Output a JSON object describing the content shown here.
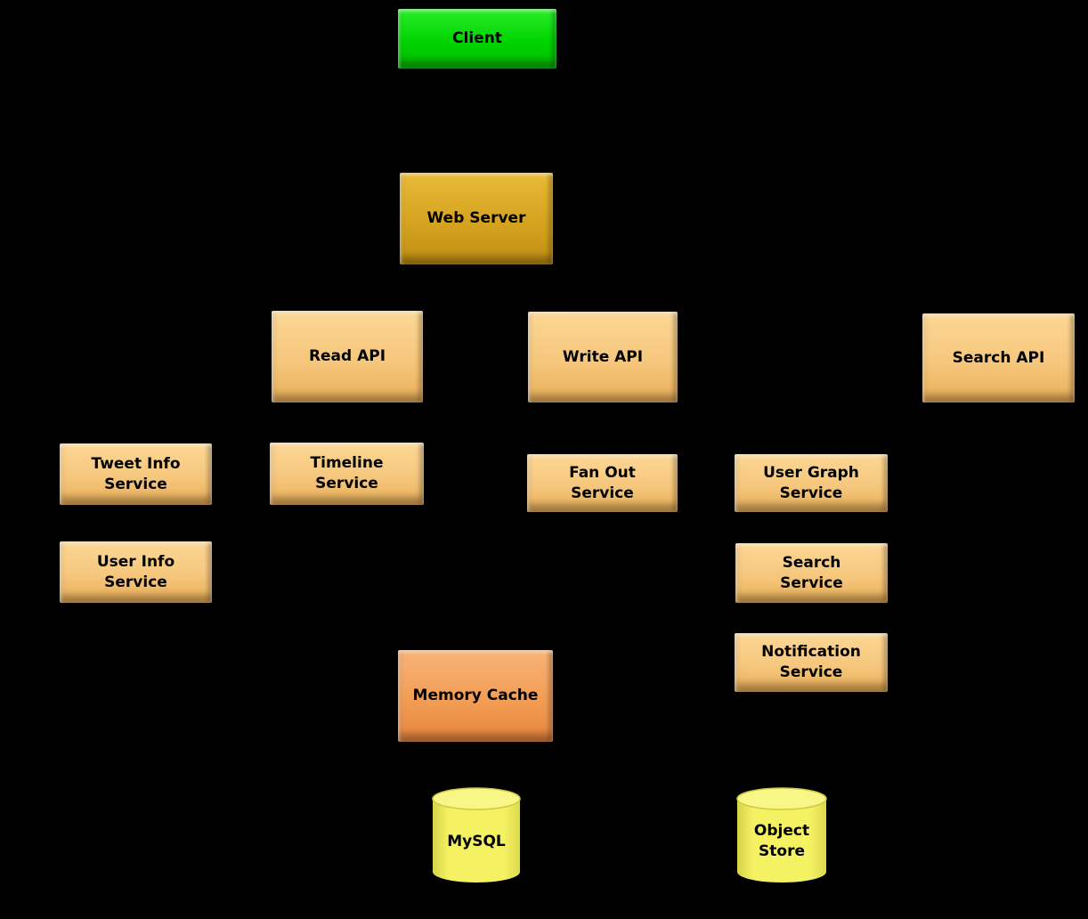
{
  "diagram": {
    "kind": "system-architecture-diagram",
    "background": "#000000",
    "colors": {
      "client": "#00d400",
      "web_server": "#d6a31f",
      "service_box": "#f6c77d",
      "memory_cache": "#f29d55",
      "datastore": "#f2ef5e",
      "text": "#000000"
    },
    "nodes": [
      {
        "id": "client",
        "label": "Client",
        "shape": "box",
        "color": "#00d400"
      },
      {
        "id": "web-server",
        "label": "Web Server",
        "shape": "box",
        "color": "#d6a31f"
      },
      {
        "id": "read-api",
        "label": "Read API",
        "shape": "box",
        "color": "#f6c77d"
      },
      {
        "id": "write-api",
        "label": "Write API",
        "shape": "box",
        "color": "#f6c77d"
      },
      {
        "id": "search-api",
        "label": "Search API",
        "shape": "box",
        "color": "#f6c77d"
      },
      {
        "id": "tweet-info-service",
        "label": "Tweet Info\nService",
        "shape": "box",
        "color": "#f6c77d"
      },
      {
        "id": "timeline-service",
        "label": "Timeline\nService",
        "shape": "box",
        "color": "#f6c77d"
      },
      {
        "id": "fan-out-service",
        "label": "Fan Out\nService",
        "shape": "box",
        "color": "#f6c77d"
      },
      {
        "id": "user-graph-service",
        "label": "User Graph\nService",
        "shape": "box",
        "color": "#f6c77d"
      },
      {
        "id": "user-info-service",
        "label": "User Info\nService",
        "shape": "box",
        "color": "#f6c77d"
      },
      {
        "id": "search-service",
        "label": "Search\nService",
        "shape": "box",
        "color": "#f6c77d"
      },
      {
        "id": "notification-service",
        "label": "Notification\nService",
        "shape": "box",
        "color": "#f6c77d"
      },
      {
        "id": "memory-cache",
        "label": "Memory Cache",
        "shape": "box",
        "color": "#f29d55"
      },
      {
        "id": "mysql",
        "label": "MySQL",
        "shape": "cylinder",
        "color": "#f2ef5e"
      },
      {
        "id": "object-store",
        "label": "Object\nStore",
        "shape": "cylinder",
        "color": "#f2ef5e"
      }
    ]
  }
}
